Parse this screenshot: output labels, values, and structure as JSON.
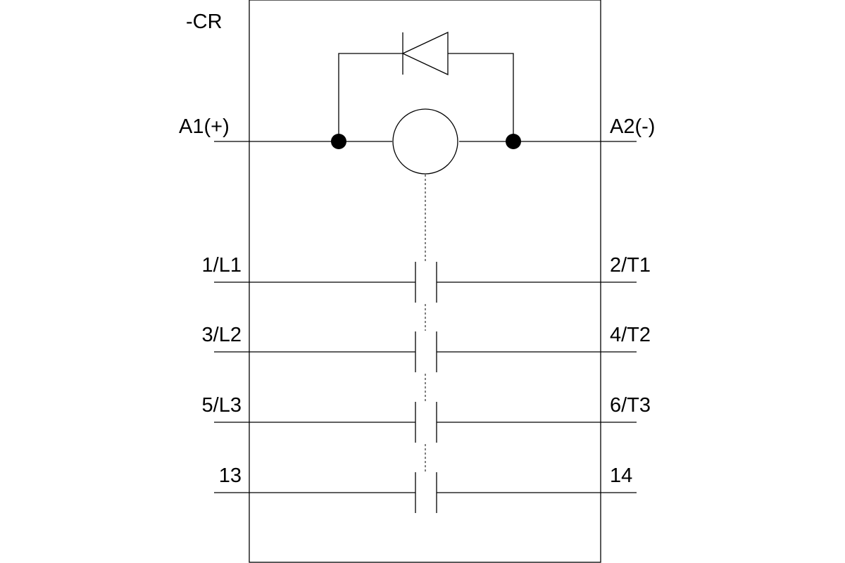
{
  "diagram": {
    "designation": "-CR",
    "coil": {
      "left_terminal": "A1(+)",
      "right_terminal": "A2(-)"
    },
    "contacts": [
      {
        "left": "1/L1",
        "right": "2/T1"
      },
      {
        "left": "3/L2",
        "right": "4/T2"
      },
      {
        "left": "5/L3",
        "right": "6/T3"
      },
      {
        "left": "13",
        "right": "14"
      }
    ]
  }
}
